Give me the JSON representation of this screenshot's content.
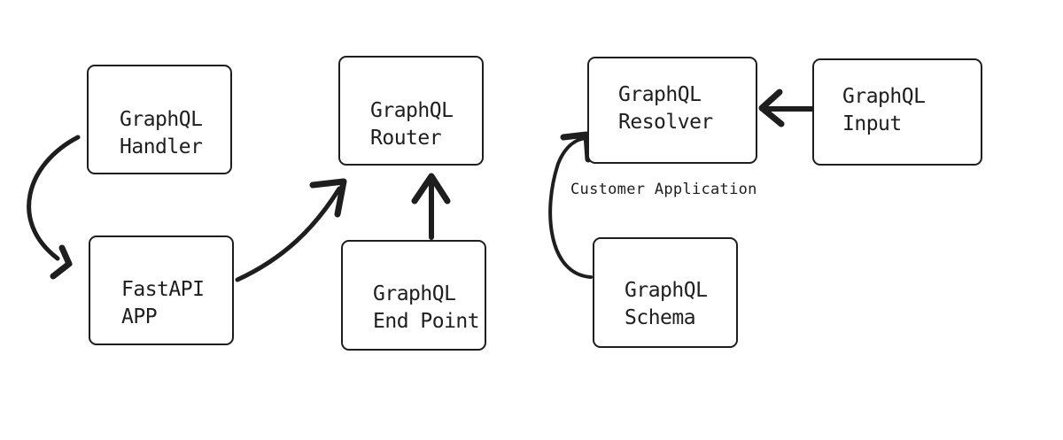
{
  "diagram": {
    "stroke_color": "#1e1e1e",
    "background_color": "#ffffff",
    "nodes": {
      "graphql_handler": {
        "line1": "GraphQL",
        "line2": "Handler"
      },
      "fastapi_app": {
        "line1": "FastAPI",
        "line2": "APP"
      },
      "graphql_router": {
        "line1": "GraphQL",
        "line2": "Router"
      },
      "graphql_end_point": {
        "line1": "GraphQL",
        "line2": "End Point"
      },
      "graphql_resolver": {
        "line1": "GraphQL",
        "line2": "Resolver"
      },
      "graphql_input": {
        "line1": "GraphQL",
        "line2": "Input"
      },
      "graphql_schema": {
        "line1": "GraphQL",
        "line2": "Schema"
      }
    },
    "annotations": {
      "customer_application": "Customer Application"
    },
    "edges": [
      {
        "from": "graphql_handler",
        "to": "fastapi_app"
      },
      {
        "from": "fastapi_app",
        "to": "graphql_router"
      },
      {
        "from": "graphql_end_point",
        "to": "graphql_router"
      },
      {
        "from": "graphql_input",
        "to": "graphql_resolver"
      },
      {
        "from": "graphql_schema",
        "to": "graphql_resolver"
      }
    ]
  }
}
